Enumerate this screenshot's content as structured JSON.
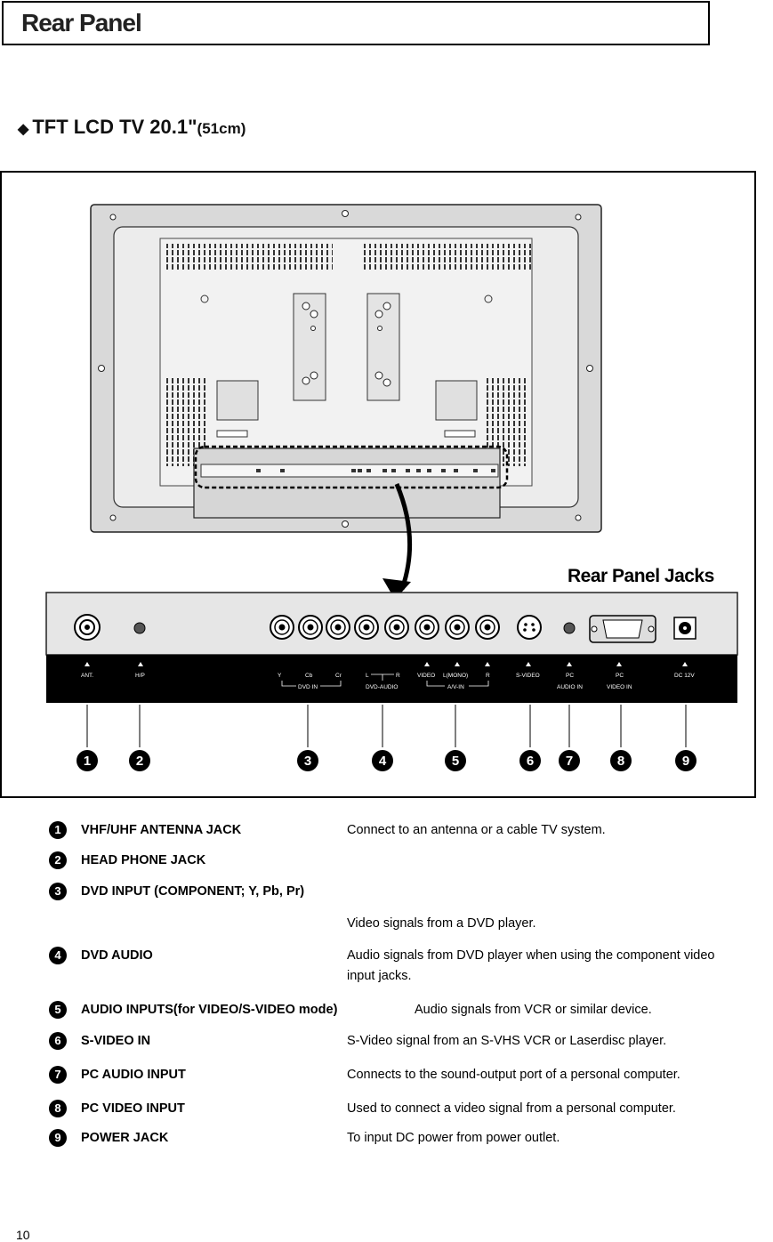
{
  "header": {
    "title": "Rear Panel"
  },
  "section": {
    "diamond": "◆",
    "title": "TFT LCD TV 20.1\"",
    "title_suffix": "(51cm)"
  },
  "figure": {
    "jacks_title": "Rear Panel Jacks",
    "strip_labels": {
      "ant": "ANT.",
      "hp": "H/P",
      "y": "Y",
      "cb": "Cb",
      "cr": "Cr",
      "dvd_in": "DVD IN",
      "l": "L",
      "r": "R",
      "dvd_audio": "DVD-AUDIO",
      "video": "VIDEO",
      "lmono": "L(MONO)",
      "r2": "R",
      "av_in": "A/V-IN",
      "svideo": "S-VIDEO",
      "pc": "PC",
      "audio_in": "AUDIO IN",
      "pc2": "PC",
      "video_in": "VIDEO IN",
      "dc": "DC 12V"
    },
    "callouts": [
      "1",
      "2",
      "3",
      "4",
      "5",
      "6",
      "7",
      "8",
      "9"
    ]
  },
  "items": [
    {
      "num": "1",
      "label": "VHF/UHF ANTENNA JACK",
      "desc": "Connect to an antenna or a cable TV system."
    },
    {
      "num": "2",
      "label": "HEAD PHONE JACK",
      "desc": ""
    },
    {
      "num": "3",
      "label": "DVD  INPUT (COMPONENT; Y, Pb, Pr)",
      "desc": ""
    },
    {
      "num": "",
      "label": "",
      "desc": "Video signals from a DVD player."
    },
    {
      "num": "4",
      "label": "DVD  AUDIO",
      "desc": "Audio signals from DVD player when using the component video",
      "desc2": "input jacks."
    },
    {
      "num": "5",
      "label": "AUDIO INPUTS(for VIDEO/S-VIDEO mode)",
      "desc": "Audio signals from VCR or similar device."
    },
    {
      "num": "6",
      "label": "S-VIDEO IN",
      "desc": "S-Video signal from an S-VHS VCR or Laserdisc player."
    },
    {
      "num": "7",
      "label": "PC AUDIO INPUT",
      "desc": "Connects to the sound-output port of a personal computer."
    },
    {
      "num": "8",
      "label": "PC VIDEO INPUT",
      "desc": "Used to connect a video signal from a personal computer."
    },
    {
      "num": "9",
      "label": "POWER JACK",
      "desc": "To input DC power from power outlet."
    }
  ],
  "footer": {
    "page_number": "10"
  }
}
